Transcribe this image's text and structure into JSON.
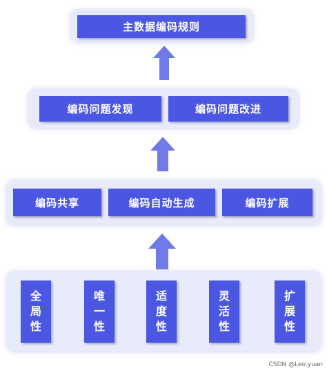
{
  "top": {
    "label": "主数据编码规则"
  },
  "level2": {
    "items": [
      "编码问题发现",
      "编码问题改进"
    ]
  },
  "level3": {
    "items": [
      "编码共享",
      "编码自动生成",
      "编码扩展"
    ]
  },
  "level4": {
    "items": [
      [
        "全",
        "局",
        "性"
      ],
      [
        "唯",
        "一",
        "性"
      ],
      [
        "适",
        "度",
        "性"
      ],
      [
        "灵",
        "活",
        "性"
      ],
      [
        "扩",
        "展",
        "性"
      ]
    ]
  },
  "colors": {
    "box": "#4b56e3",
    "panel": "#e8ebf9",
    "arrow": "#6f7ae8"
  },
  "watermark": "CSDN @Leo.yuan"
}
